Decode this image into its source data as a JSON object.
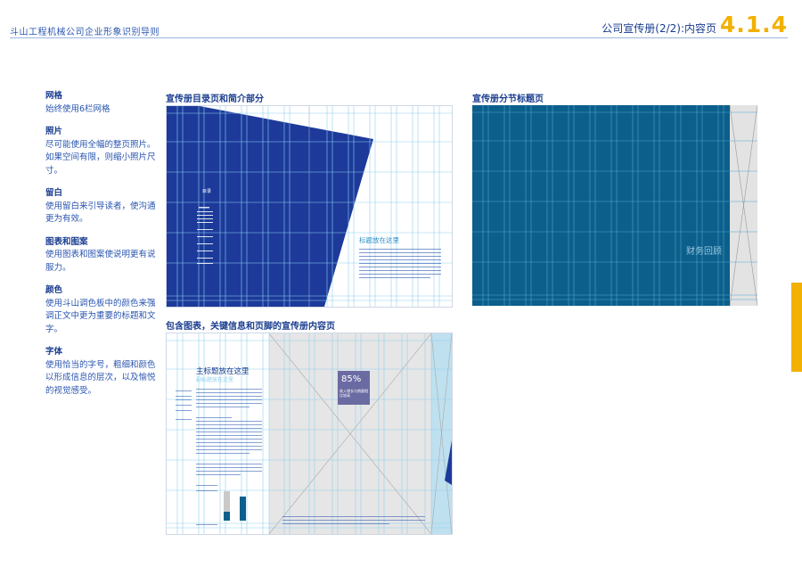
{
  "header": {
    "left_title": "斗山工程机械公司企业形象识别导则",
    "right_title": "公司宣传册(2/2):内容页",
    "section_number": "4.1.4"
  },
  "sidebar": [
    {
      "heading": "网格",
      "body": "始终使用6栏网格"
    },
    {
      "heading": "照片",
      "body": "尽可能使用全幅的整页照片。如果空间有限，则缩小照片尺寸。"
    },
    {
      "heading": "留白",
      "body": "使用留白来引导读者，使沟通更为有效。"
    },
    {
      "heading": "图表和图案",
      "body": "使用图表和图案使说明更有说服力。"
    },
    {
      "heading": "颜色",
      "body": "使用斗山调色板中的颜色来强调正文中更为重要的标题和文字。"
    },
    {
      "heading": "字体",
      "body": "使用恰当的字号，粗细和颜色以形成信息的层次，以及愉悦的视觉感受。"
    }
  ],
  "panels": {
    "toc": {
      "label": "宣传册目录页和简介部分",
      "toc_heading": "目录",
      "intro_title": "标题放在这里"
    },
    "section": {
      "label": "宣传册分节标题页",
      "title": "财务回顾"
    },
    "content": {
      "label": "包含图表，关键信息和页脚的宣传册内容页",
      "main_title": "主标题放在这里",
      "sub_title": "副标题放在这里",
      "key_value": "85%",
      "key_caption": "收入增长与销量相比较高"
    }
  },
  "colors": {
    "navy": "#1d3a9a",
    "teal": "#0b5f8a",
    "grid": "#8fd0ef",
    "accent": "#f2b000",
    "stat_box": "#6b6ba3"
  }
}
